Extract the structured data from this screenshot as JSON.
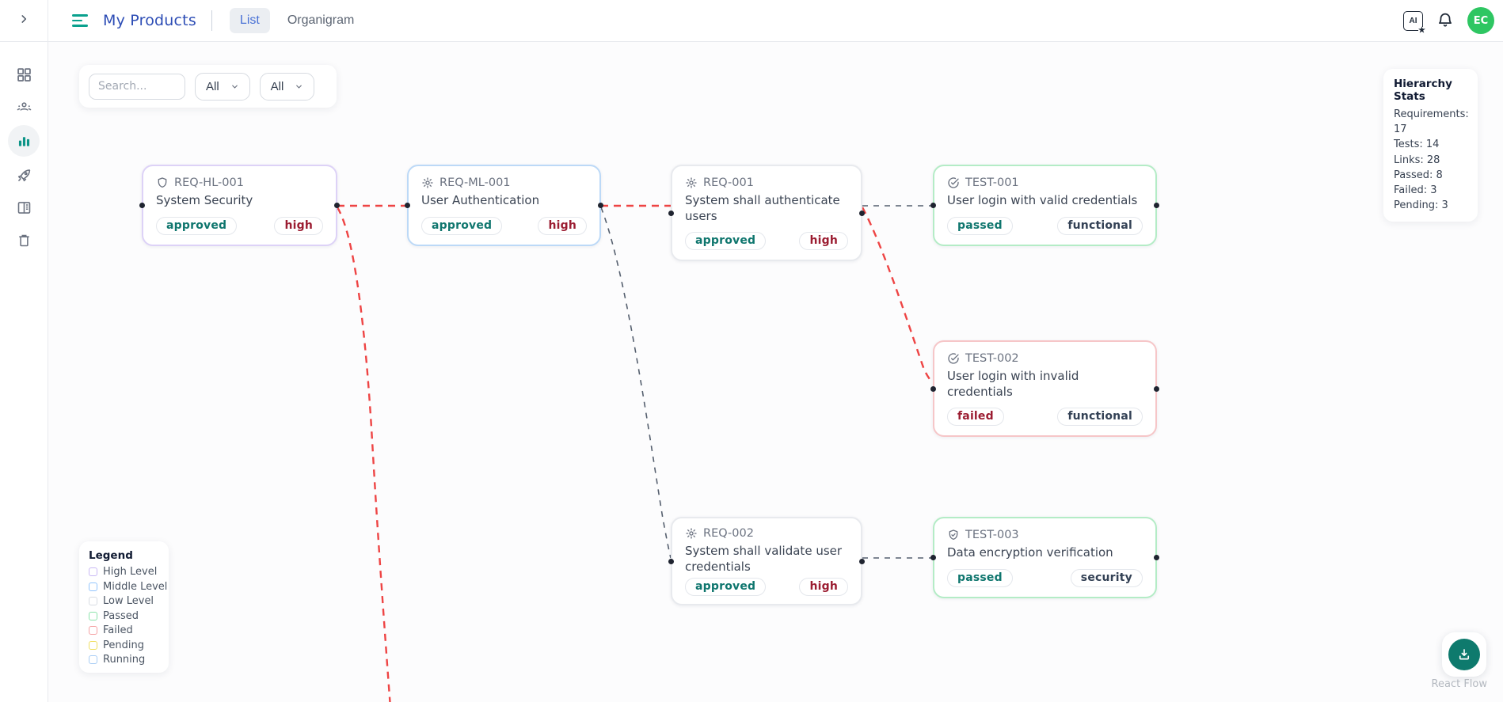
{
  "colors": {
    "accent_teal": "#0aa18e",
    "brand_blue": "#2d4db5",
    "tab_active_blue": "#4a72d6",
    "avatar_green": "#2ec662",
    "edge_fail_red": "#ee4444",
    "edge_normal_gray": "#555f6e",
    "status_passed_teal": "#0f766e",
    "status_failed_red": "#9b1c31",
    "tag_neutral_slate": "#334155"
  },
  "sidebar": {
    "collapse_icon": "chevron-right-icon",
    "items": [
      {
        "name": "dashboard",
        "icon": "grid-icon",
        "active": false
      },
      {
        "name": "teams",
        "icon": "people-icon",
        "active": false
      },
      {
        "name": "analytics",
        "icon": "bar-chart-icon",
        "active": true
      },
      {
        "name": "launch",
        "icon": "rocket-icon",
        "active": false
      },
      {
        "name": "documentation",
        "icon": "book-icon",
        "active": false
      },
      {
        "name": "trash",
        "icon": "trash-icon",
        "active": false
      }
    ]
  },
  "header": {
    "title": "My Products",
    "tabs": [
      {
        "label": "List",
        "active": true
      },
      {
        "label": "Organigram",
        "active": false
      }
    ],
    "ai_icon_label": "AI",
    "ai_icon_star": "★",
    "avatar_initials": "EC"
  },
  "toolbar": {
    "search_placeholder": "Search...",
    "filters": [
      {
        "value": "All"
      },
      {
        "value": "All"
      }
    ]
  },
  "stats": {
    "title": "Hierarchy Stats",
    "lines": [
      "Requirements: 17",
      "Tests: 14",
      "Links: 28",
      "Passed: 8",
      "Failed: 3",
      "Pending: 3"
    ]
  },
  "legend": {
    "title": "Legend",
    "items": [
      {
        "label": "High Level",
        "color": "#c9b8f5"
      },
      {
        "label": "Middle Level",
        "color": "#93c5fd"
      },
      {
        "label": "Low Level",
        "color": "#d8dce2"
      },
      {
        "label": "Passed",
        "color": "#8ce3ab"
      },
      {
        "label": "Failed",
        "color": "#f5a3a5"
      },
      {
        "label": "Pending",
        "color": "#f0df63"
      },
      {
        "label": "Running",
        "color": "#a8cdf5"
      }
    ]
  },
  "nodes": [
    {
      "id": "REQ-HL-001",
      "icon": "shield-icon",
      "desc": "System Security",
      "status": "approved",
      "tag": "high",
      "border": "#ddd2f7",
      "status_color": "#0f766e",
      "tag_color": "#9b1c31"
    },
    {
      "id": "REQ-ML-001",
      "icon": "gear-icon",
      "desc": "User Authentication",
      "status": "approved",
      "tag": "high",
      "border": "#bcd9f7",
      "status_color": "#0f766e",
      "tag_color": "#9b1c31"
    },
    {
      "id": "REQ-001",
      "icon": "gear-icon",
      "desc": "System shall authenticate users",
      "status": "approved",
      "tag": "high",
      "border": "#e8eaee",
      "status_color": "#0f766e",
      "tag_color": "#9b1c31"
    },
    {
      "id": "TEST-001",
      "icon": "check-circle-icon",
      "desc": "User login with valid credentials",
      "status": "passed",
      "tag": "functional",
      "border": "#b4ecc6",
      "status_color": "#0f766e",
      "tag_color": "#334155"
    },
    {
      "id": "TEST-002",
      "icon": "check-circle-icon",
      "desc": "User login with invalid credentials",
      "status": "failed",
      "tag": "functional",
      "border": "#f6c6c8",
      "status_color": "#9b1c31",
      "tag_color": "#334155"
    },
    {
      "id": "REQ-002",
      "icon": "gear-icon",
      "desc": "System shall validate user credentials",
      "status": "approved",
      "tag": "high",
      "border": "#e8eaee",
      "status_color": "#0f766e",
      "tag_color": "#9b1c31"
    },
    {
      "id": "TEST-003",
      "icon": "shield-check-icon",
      "desc": "Data encryption verification",
      "status": "passed",
      "tag": "security",
      "border": "#b4ecc6",
      "status_color": "#0f766e",
      "tag_color": "#334155"
    }
  ],
  "edges": [
    {
      "from": "REQ-HL-001",
      "to": "REQ-ML-001",
      "style": "fail-red-dashed"
    },
    {
      "from": "REQ-HL-001",
      "to": "offscreen-below",
      "style": "fail-red-dashed"
    },
    {
      "from": "REQ-ML-001",
      "to": "REQ-001",
      "style": "fail-red-dashed"
    },
    {
      "from": "REQ-ML-001",
      "to": "REQ-002",
      "style": "normal-gray-dashed"
    },
    {
      "from": "REQ-001",
      "to": "TEST-001",
      "style": "normal-gray-dashed"
    },
    {
      "from": "REQ-001",
      "to": "TEST-002",
      "style": "fail-red-dashed"
    },
    {
      "from": "REQ-002",
      "to": "TEST-003",
      "style": "normal-gray-dashed"
    }
  ],
  "attribution": "React Flow"
}
